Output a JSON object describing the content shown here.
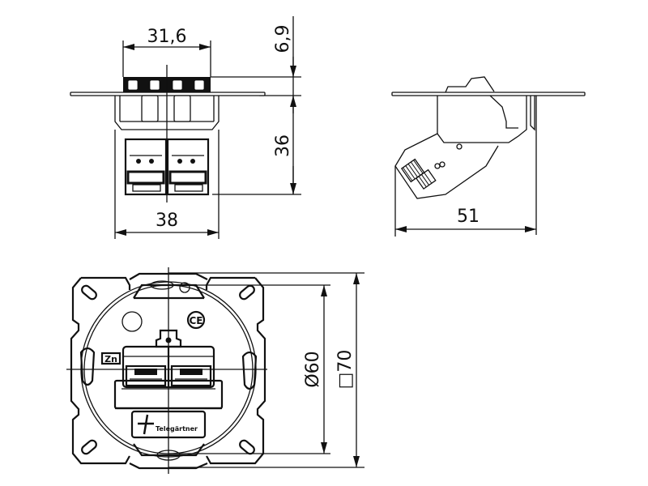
{
  "drawing": {
    "subject": "Double RJ45 flush-mount connection module technical drawing",
    "views": {
      "front_elevation": {
        "dimensions": {
          "top_width": "31,6",
          "flange_height": "6,9",
          "depth": "36",
          "body_width": "38"
        }
      },
      "side_elevation": {
        "dimensions": {
          "depth": "51"
        }
      },
      "plan_view": {
        "dimensions": {
          "circle_diameter": "Ø60",
          "frame_square": "□70"
        },
        "markings": {
          "ce_mark": "CE",
          "material_label": "Zn",
          "brand_label": "Telegärtner"
        }
      }
    },
    "colors": {
      "line": "#111111",
      "background": "#ffffff"
    }
  }
}
